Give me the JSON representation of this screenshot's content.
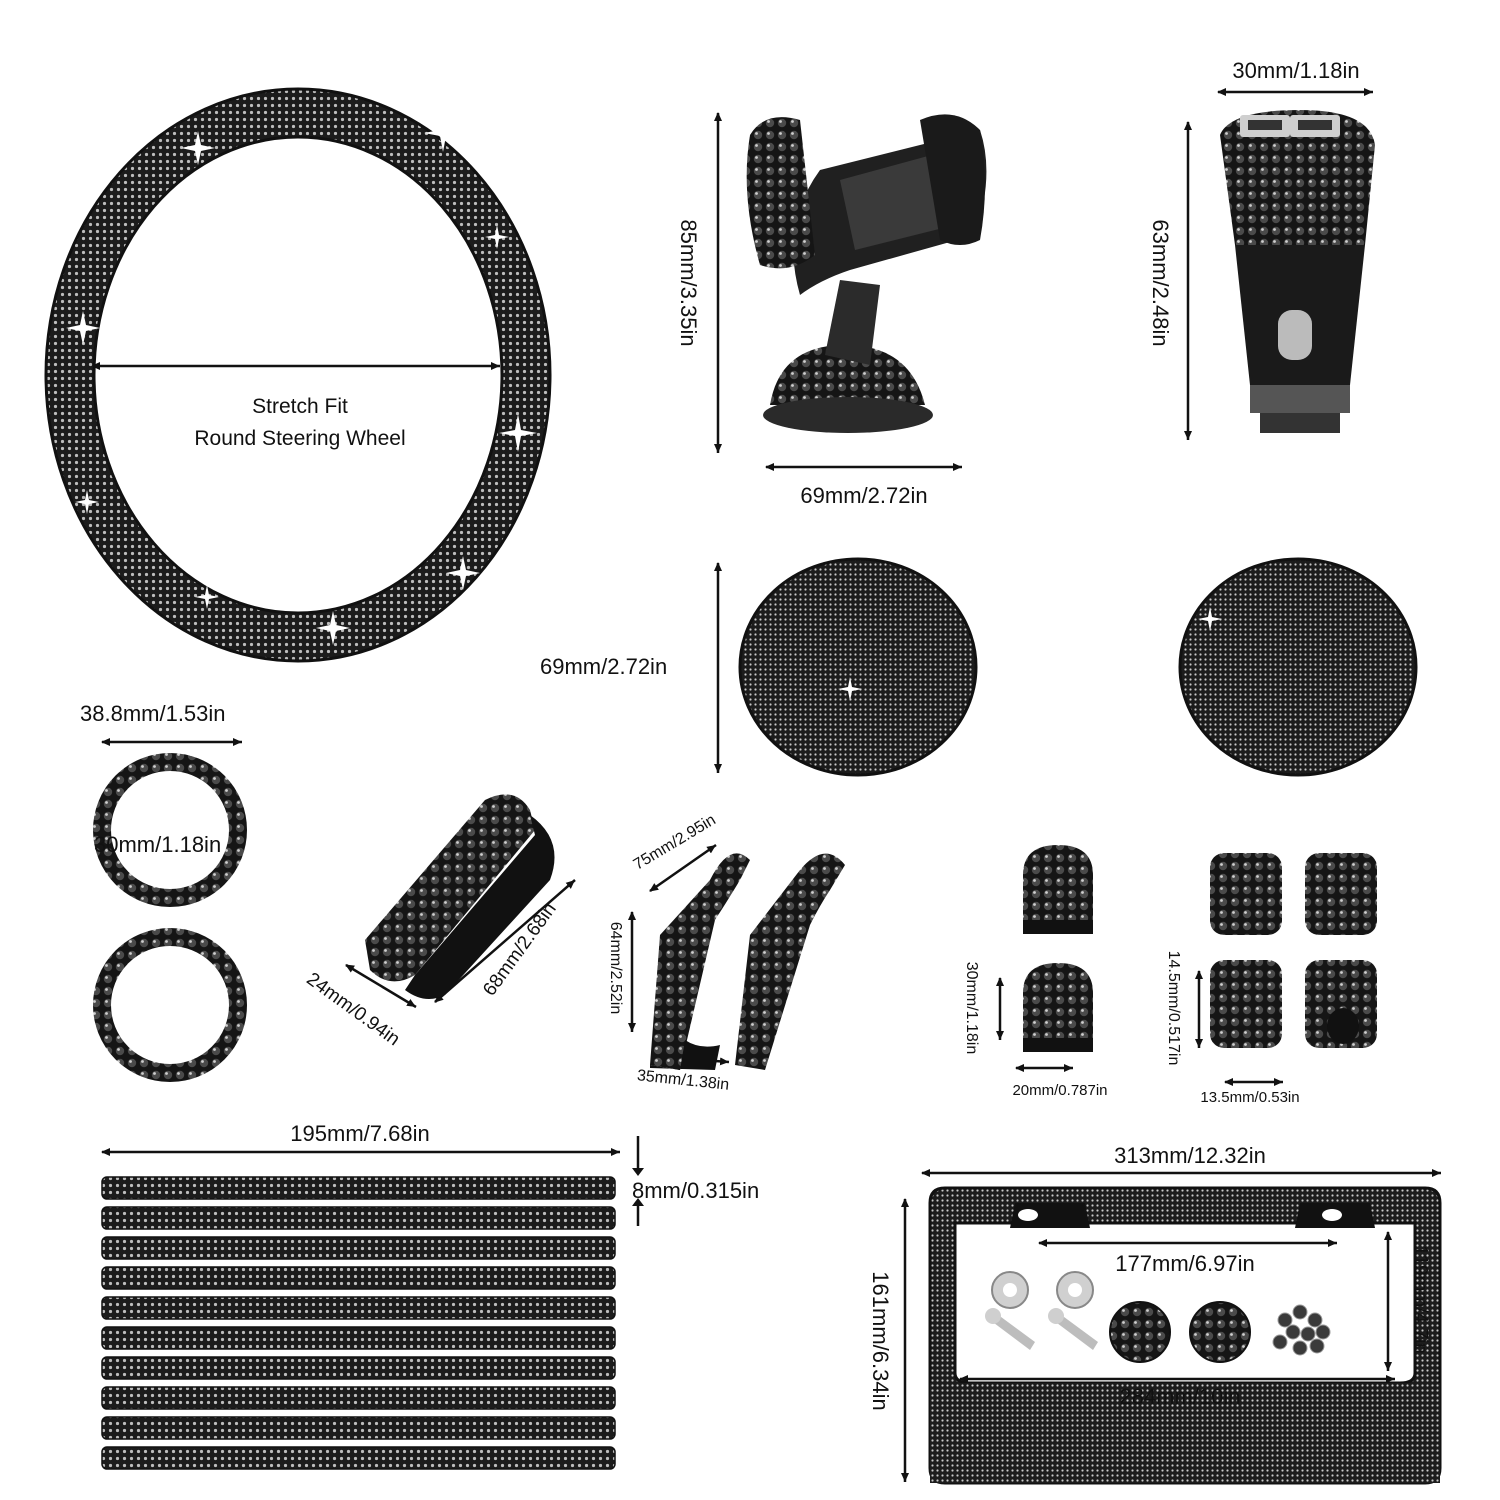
{
  "colors": {
    "background": "#ffffff",
    "product": "#1a1a1a",
    "crystal": "#d8d8d8",
    "text": "#111111"
  },
  "steering_wheel": {
    "line1": "Stretch Fit",
    "line2": "Round Steering Wheel"
  },
  "phone_holder": {
    "height": "85mm/3.35in",
    "width": "69mm/2.72in"
  },
  "car_charger": {
    "width": "30mm/1.18in",
    "height": "63mm/2.48in"
  },
  "coasters": {
    "diameter": "69mm/2.72in"
  },
  "button_rings": {
    "outer": "38.8mm/1.53in",
    "inner": "30mm/1.18in"
  },
  "visor_clip": {
    "width": "24mm/0.94in",
    "length": "68mm/2.68in"
  },
  "headrest_hooks": {
    "span": "75mm/2.95in",
    "height": "64mm/2.52in",
    "width": "35mm/1.38in"
  },
  "gear_knob_covers": {
    "height": "30mm/1.18in",
    "width": "20mm/0.787in"
  },
  "valve_caps": {
    "height": "14.5mm/0.517in",
    "width": "13.5mm/0.53in"
  },
  "trim_strips": {
    "length": "195mm/7.68in",
    "thickness": "8mm/0.315in"
  },
  "license_frame": {
    "outer_width": "313mm/12.32in",
    "outer_height": "161mm/6.34in",
    "inner_width": "177mm/6.97in",
    "inner_height": "119mm/4.7in",
    "bottom_width": "284mm/10in"
  }
}
